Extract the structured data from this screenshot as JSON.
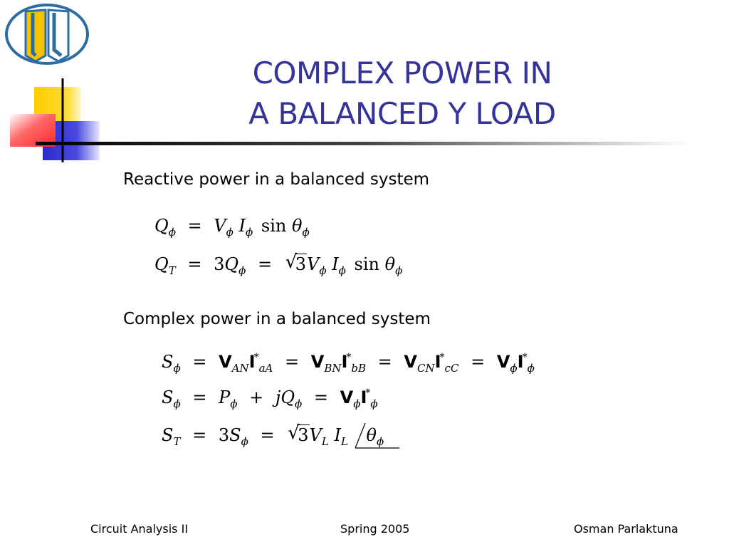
{
  "slide": {
    "title_line1": "COMPLEX POWER IN",
    "title_line2": "A BALANCED Y LOAD",
    "heading_reactive": "Reactive power in a balanced system",
    "heading_complex": "Complex power in a balanced system"
  },
  "symbols": {
    "Q": "Q",
    "V": "V",
    "I": "I",
    "S": "S",
    "P": "P",
    "j": "j",
    "phi": "ϕ",
    "theta": "θ",
    "T": "T",
    "L": "L",
    "AN": "AN",
    "BN": "BN",
    "CN": "CN",
    "aA": "aA",
    "bB": "bB",
    "cC": "cC",
    "sin": "sin",
    "three": "3",
    "eq": "=",
    "plus": "+",
    "star": "*",
    "radical": "√"
  },
  "footer": {
    "left": "Circuit Analysis II",
    "center": "Spring 2005",
    "right": "Osman Parlaktuna"
  },
  "colors": {
    "title": "#333399",
    "logo_blue": "#2e6da4",
    "logo_yellow": "#f5c400",
    "deco_yellow": "#ffcc00",
    "deco_red": "#ff3333",
    "deco_blue": "#3333cc"
  }
}
